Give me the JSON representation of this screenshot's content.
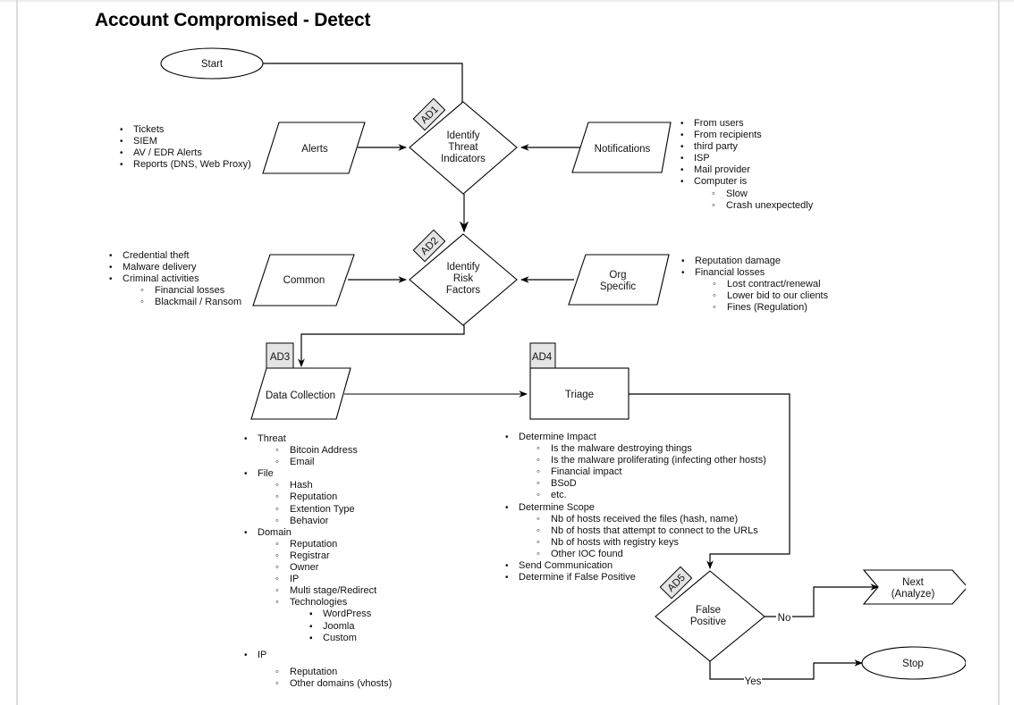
{
  "title": "Account Compromised - Detect",
  "nodes": {
    "start": "Start",
    "alerts": "Alerts",
    "identify_threat": [
      "Identify",
      "Threat",
      "Indicators"
    ],
    "notifications": "Notifications",
    "common": "Common",
    "identify_risk": [
      "Identify",
      "Risk",
      "Factors"
    ],
    "org_specific": [
      "Org",
      "Specific"
    ],
    "data_collection": "Data Collection",
    "triage": "Triage",
    "false_positive": [
      "False",
      "Positive"
    ],
    "next": [
      "Next",
      "(Analyze)"
    ],
    "stop": "Stop"
  },
  "tags": {
    "ad1": "AD1",
    "ad2": "AD2",
    "ad3": "AD3",
    "ad4": "AD4",
    "ad5": "AD5"
  },
  "edge_labels": {
    "no": "No",
    "yes": "Yes"
  },
  "notes": {
    "alerts_sources": [
      {
        "level": 1,
        "text": "Tickets"
      },
      {
        "level": 1,
        "text": "SIEM"
      },
      {
        "level": 1,
        "text": "AV / EDR Alerts"
      },
      {
        "level": 1,
        "text": "Reports (DNS, Web Proxy)"
      }
    ],
    "notification_sources": [
      {
        "level": 1,
        "text": "From users"
      },
      {
        "level": 1,
        "text": "From recipients"
      },
      {
        "level": 1,
        "text": "third party"
      },
      {
        "level": 1,
        "text": "ISP"
      },
      {
        "level": 1,
        "text": "Mail provider"
      },
      {
        "level": 1,
        "text": "Computer is"
      },
      {
        "level": 2,
        "text": "Slow"
      },
      {
        "level": 2,
        "text": "Crash unexpectedly"
      }
    ],
    "common_risks": [
      {
        "level": 1,
        "text": "Credential theft"
      },
      {
        "level": 1,
        "text": "Malware delivery"
      },
      {
        "level": 1,
        "text": "Criminal activities"
      },
      {
        "level": 2,
        "text": "Financial losses"
      },
      {
        "level": 2,
        "text": "Blackmail / Ransom"
      }
    ],
    "org_risks": [
      {
        "level": 1,
        "text": "Reputation damage"
      },
      {
        "level": 1,
        "text": "Financial losses"
      },
      {
        "level": 2,
        "text": "Lost contract/renewal"
      },
      {
        "level": 2,
        "text": "Lower bid to our clients"
      },
      {
        "level": 2,
        "text": "Fines (Regulation)"
      }
    ],
    "data_collection_items": [
      {
        "level": 1,
        "text": "Threat"
      },
      {
        "level": 2,
        "text": "Bitcoin Address"
      },
      {
        "level": 2,
        "text": "Email"
      },
      {
        "level": 1,
        "text": "File"
      },
      {
        "level": 2,
        "text": "Hash"
      },
      {
        "level": 2,
        "text": "Reputation"
      },
      {
        "level": 2,
        "text": "Extention Type"
      },
      {
        "level": 2,
        "text": "Behavior"
      },
      {
        "level": 1,
        "text": "Domain"
      },
      {
        "level": 2,
        "text": "Reputation"
      },
      {
        "level": 2,
        "text": "Registrar"
      },
      {
        "level": 2,
        "text": "Owner"
      },
      {
        "level": 2,
        "text": "IP"
      },
      {
        "level": 2,
        "text": "Multi stage/Redirect"
      },
      {
        "level": 2,
        "text": "Technologies"
      },
      {
        "level": 3,
        "text": "WordPress"
      },
      {
        "level": 3,
        "text": "Joomla"
      },
      {
        "level": 3,
        "text": "Custom"
      },
      {
        "level": 1,
        "text": "IP",
        "gap": true
      },
      {
        "level": 2,
        "text": "Reputation",
        "gap": true
      },
      {
        "level": 2,
        "text": "Other domains (vhosts)"
      }
    ],
    "triage_items": [
      {
        "level": 1,
        "text": "Determine Impact"
      },
      {
        "level": 2,
        "text": "Is the malware destroying things"
      },
      {
        "level": 2,
        "text": "Is the malware proliferating (infecting other hosts)"
      },
      {
        "level": 2,
        "text": "Financial impact"
      },
      {
        "level": 2,
        "text": "BSoD"
      },
      {
        "level": 2,
        "text": "etc."
      },
      {
        "level": 1,
        "text": "Determine Scope"
      },
      {
        "level": 2,
        "text": "Nb of hosts received the files (hash, name)"
      },
      {
        "level": 2,
        "text": "Nb of hosts that attempt to connect to the URLs"
      },
      {
        "level": 2,
        "text": "Nb of hosts with registry keys"
      },
      {
        "level": 2,
        "text": "Other IOC found"
      },
      {
        "level": 1,
        "text": "Send Communication"
      },
      {
        "level": 1,
        "text": "Determine if False Positive"
      }
    ]
  }
}
